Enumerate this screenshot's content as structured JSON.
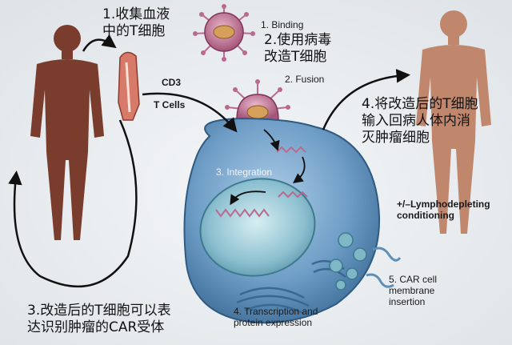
{
  "labels": {
    "step1_cn": "1.收集血液\n中的T细胞",
    "binding": "1. Binding",
    "step2_cn": "2.使用病毒\n改造T细胞",
    "fusion": "2. Fusion",
    "cd3": "CD3",
    "t_cells": "T Cells",
    "integration": "3. Integration",
    "step4_cn": "4.将改造后的T细胞\n输入回病人体内消\n灭肿瘤细胞",
    "lymphodepleting": "+/–Lymphodepleting\nconditioning",
    "car_insertion": "5. CAR cell\nmembrane\ninsertion",
    "transcription": "4. Transcription and\nprotein expression",
    "step3_cn": "3.改造后的T细胞可以表\n达识别肿瘤的CAR受体"
  },
  "colors": {
    "body_left": "#7a3c2c",
    "body_right": "#c0876d",
    "virus": "#b96a8e",
    "cell": "#6f9ec7",
    "nucleus": "#8bbfcf",
    "background": "#e9edf0"
  }
}
